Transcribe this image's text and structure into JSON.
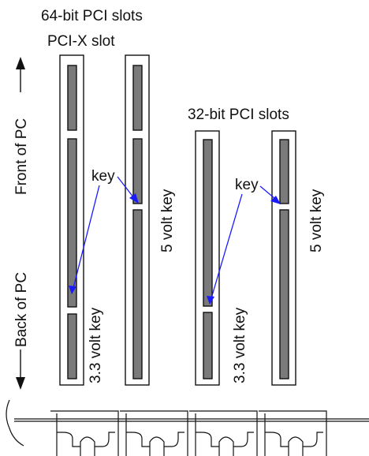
{
  "labels": {
    "top_line1": "64-bit PCI slots",
    "top_line2": "PCI-X slot",
    "mid_title": "32-bit PCI slots",
    "front": "Front of PC",
    "back": "Back of PC",
    "key1": "key",
    "key2": "key",
    "five_volt_a": "5 volt key",
    "five_volt_b": "5 volt key",
    "three_volt_a": "3.3 volt key",
    "three_volt_b": "3.3 volt key"
  },
  "colors": {
    "arrow": "#1a1aff",
    "contact": "#7a7a7a",
    "outline": "#111111"
  }
}
